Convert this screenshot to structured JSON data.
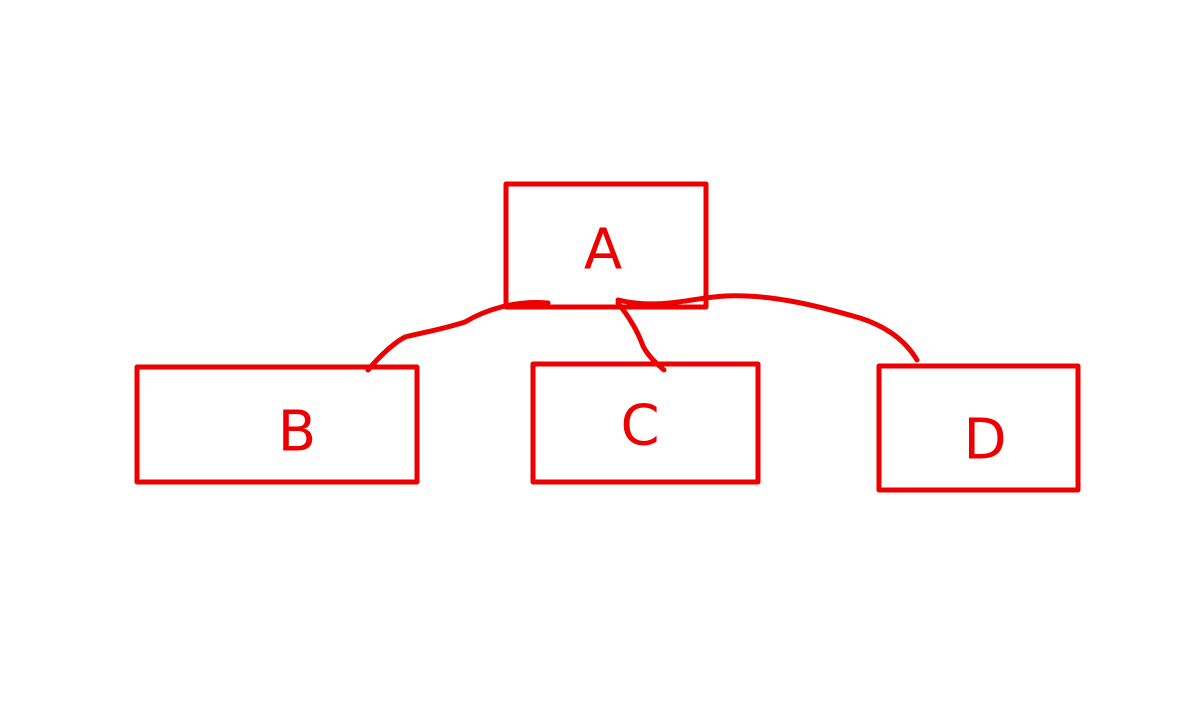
{
  "colors": {
    "ink": "#ee0000",
    "background": "#ffffff"
  },
  "nodes": [
    {
      "id": "A",
      "label": "A"
    },
    {
      "id": "B",
      "label": "B"
    },
    {
      "id": "C",
      "label": "C"
    },
    {
      "id": "D",
      "label": "D"
    }
  ],
  "edges": [
    {
      "from": "A",
      "to": "B"
    },
    {
      "from": "A",
      "to": "C"
    },
    {
      "from": "A",
      "to": "D"
    }
  ]
}
